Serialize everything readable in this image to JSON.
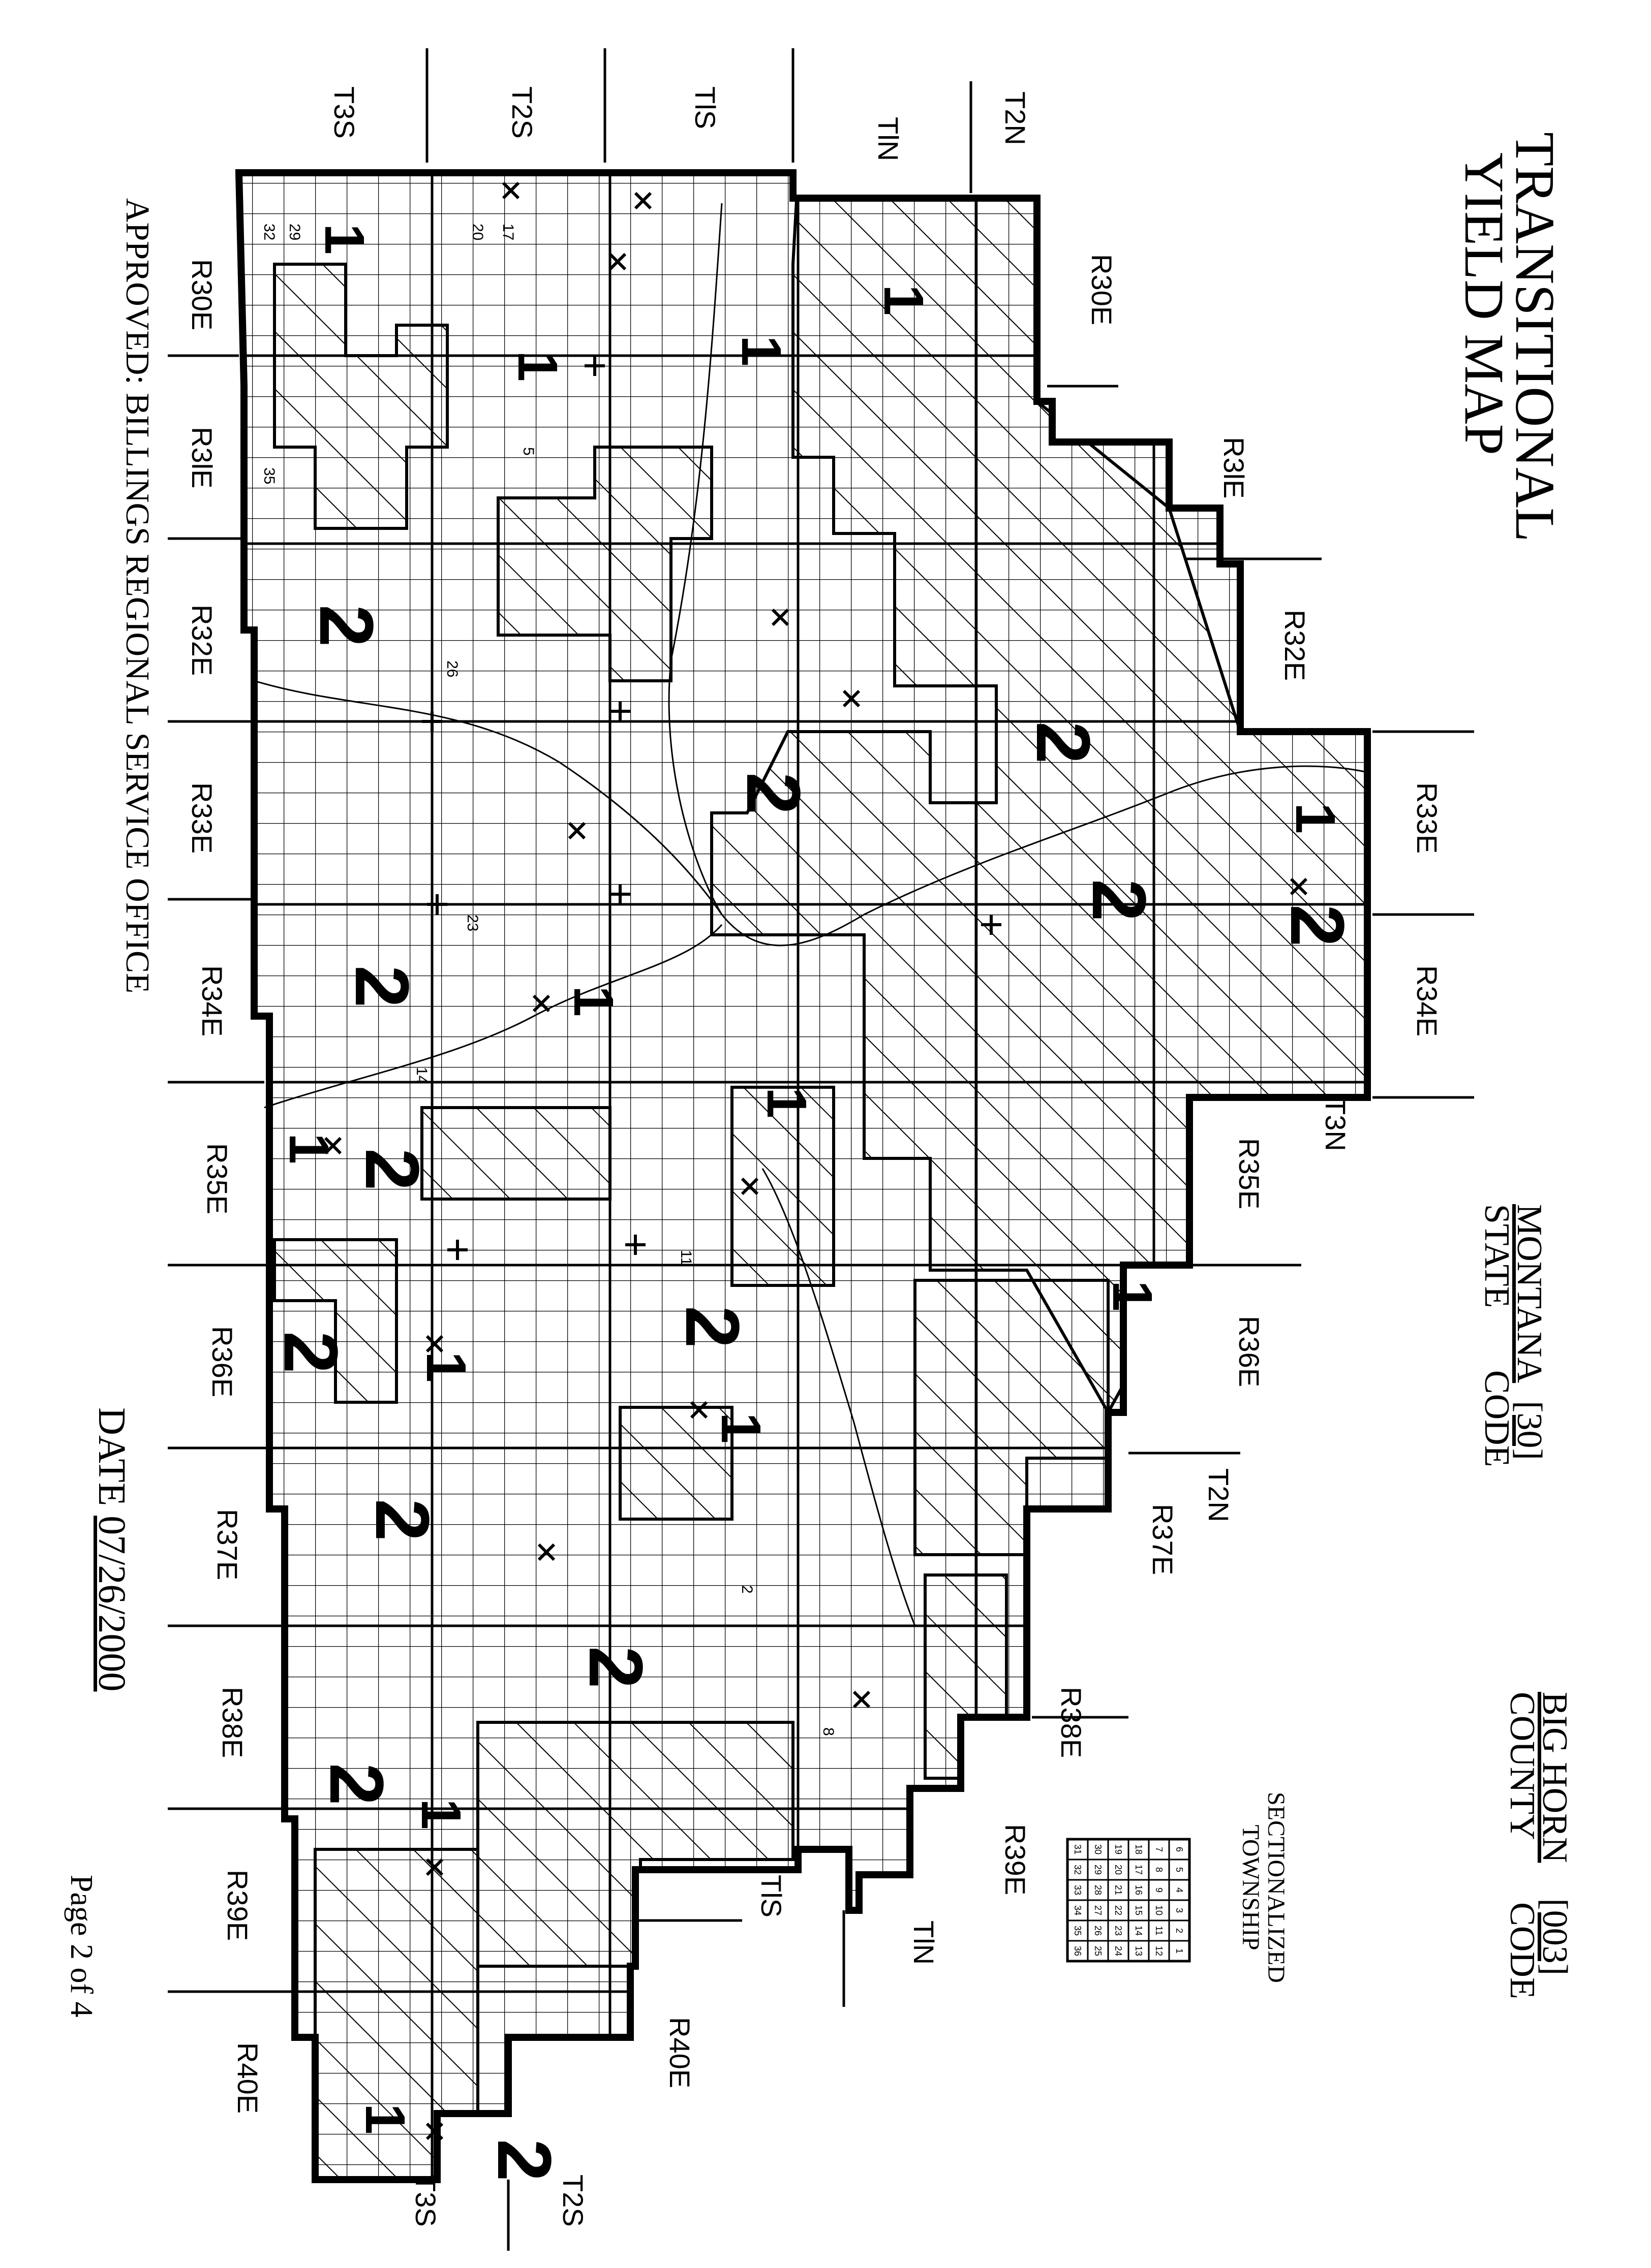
{
  "title": {
    "line1": "TRANSITIONAL",
    "line2": "YIELD MAP"
  },
  "state": {
    "name": "MONTANA",
    "code": "[30]",
    "label_left": "STATE",
    "label_right": "CODE"
  },
  "county": {
    "name": "BIG HORN",
    "code": "[003]",
    "label_left": "COUNTY",
    "label_right": "CODE"
  },
  "legend": {
    "title_line1": "SECTIONALIZED",
    "title_line2": "TOWNSHIP",
    "rows": [
      [
        "6",
        "5",
        "4",
        "3",
        "2",
        "1"
      ],
      [
        "7",
        "8",
        "9",
        "10",
        "11",
        "12"
      ],
      [
        "18",
        "17",
        "16",
        "15",
        "14",
        "13"
      ],
      [
        "19",
        "20",
        "21",
        "22",
        "23",
        "24"
      ],
      [
        "30",
        "29",
        "28",
        "27",
        "26",
        "25"
      ],
      [
        "31",
        "32",
        "33",
        "34",
        "35",
        "36"
      ]
    ]
  },
  "approval": "APPROVED: BILLINGS REGIONAL SERVICE OFFICE",
  "date": {
    "label": "DATE",
    "value": "07/26/2000"
  },
  "page": "Page 2 of 4",
  "labels": {
    "T3S": "T3S",
    "T2S": "T2S",
    "T1S": "TlS",
    "T1N": "TlN",
    "T2N": "T2N",
    "T3N": "T3N",
    "R30E": "R30E",
    "R31E": "R3lE",
    "R32E": "R32E",
    "R33E": "R33E",
    "R34E": "R34E",
    "R35E": "R35E",
    "R36E": "R36E",
    "R37E": "R37E",
    "R38E": "R38E",
    "R39E": "R39E",
    "R40E": "R40E"
  },
  "zones": {
    "one": "1",
    "two": "2"
  },
  "section_numbers": [
    "32",
    "29",
    "20",
    "17",
    "5",
    "35",
    "26",
    "23",
    "14",
    "11",
    "2",
    "8"
  ]
}
